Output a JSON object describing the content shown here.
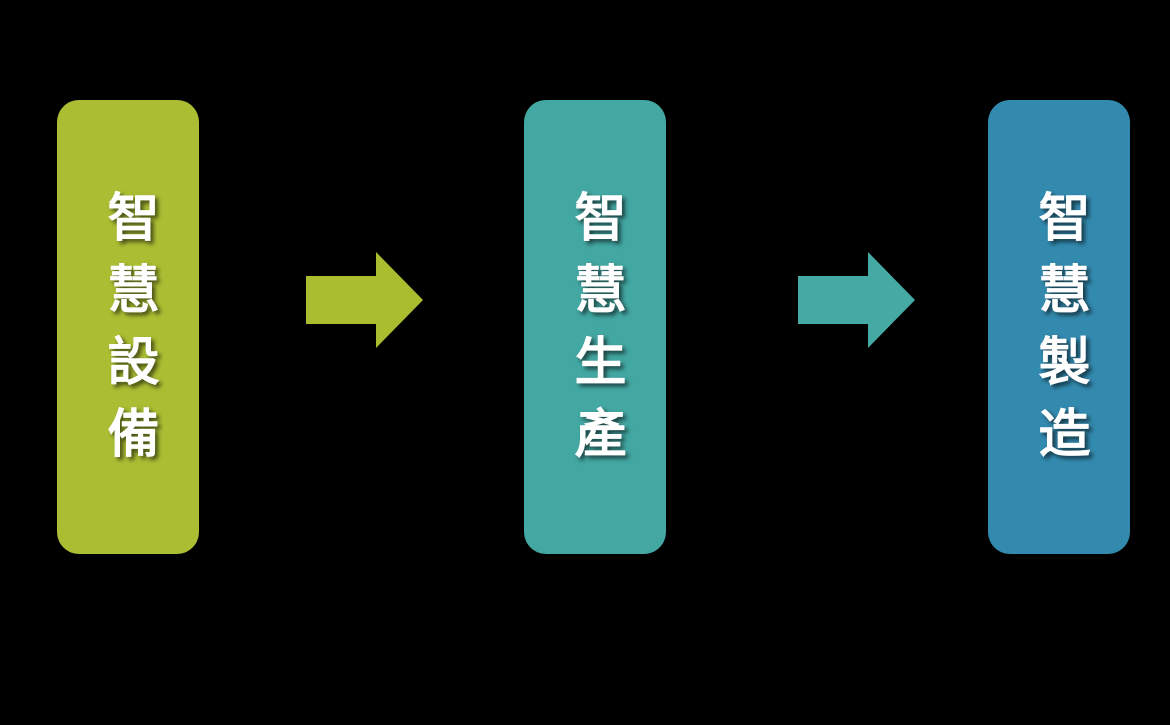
{
  "steps": [
    {
      "label": "智慧設備",
      "color": "#abbe33"
    },
    {
      "label": "智慧生產",
      "color": "#43a7a2"
    },
    {
      "label": "智慧製造",
      "color": "#338aaf"
    }
  ],
  "arrows": [
    {
      "icon": "right-arrow-icon",
      "color": "#a9bd2e"
    },
    {
      "icon": "right-arrow-icon",
      "color": "#45a9a4"
    }
  ],
  "background": "#000000"
}
